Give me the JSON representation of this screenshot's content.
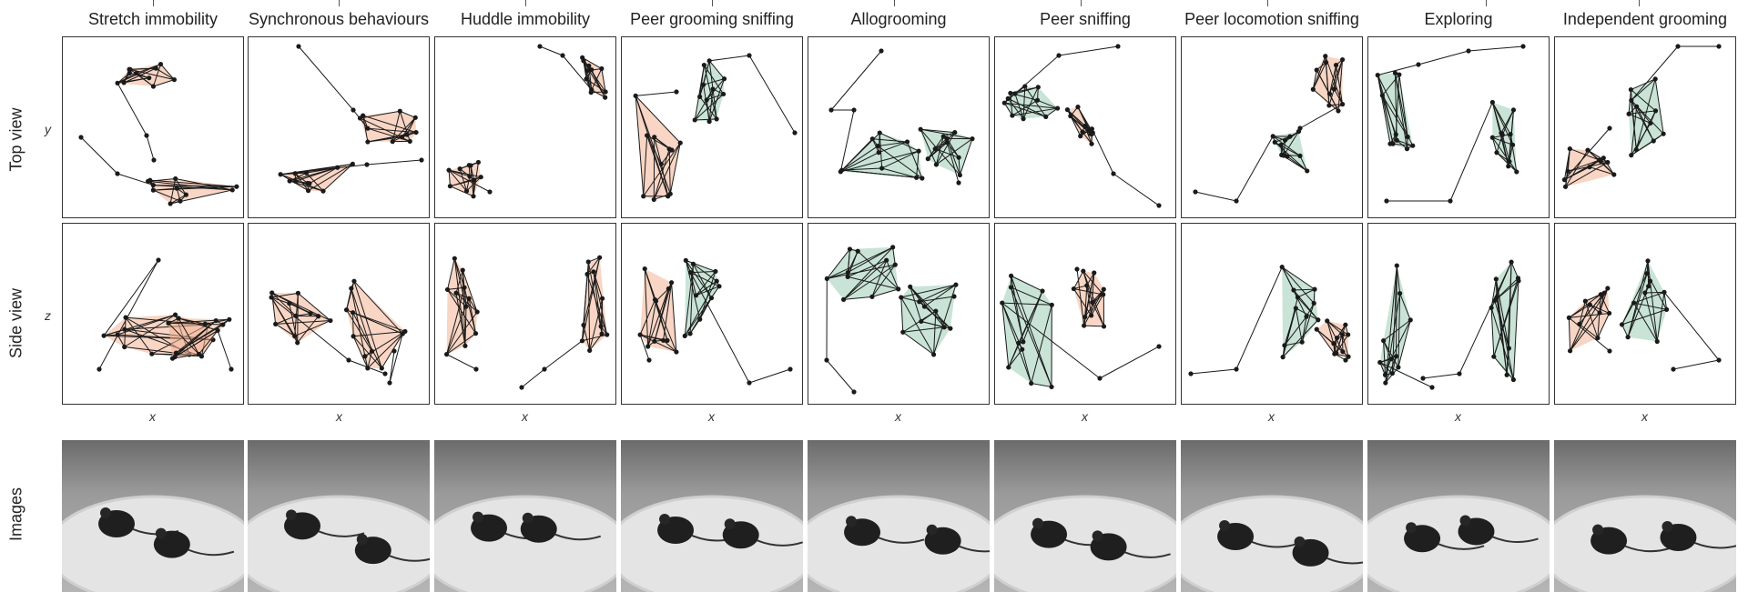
{
  "columns": [
    "Stretch immobility",
    "Synchronous behaviours",
    "Huddle immobility",
    "Peer grooming sniffing",
    "Allogrooming",
    "Peer sniffing",
    "Peer locomotion sniffing",
    "Exploring",
    "Independent grooming"
  ],
  "rows": {
    "top": "Top view",
    "side": "Side view",
    "images": "Images"
  },
  "axes": {
    "top_y": "y",
    "side_z": "z",
    "x": "x"
  },
  "colors": {
    "orange_fill": "#f2b293",
    "green_fill": "#9ccdb4",
    "skeleton": "#1a1a1a"
  }
}
